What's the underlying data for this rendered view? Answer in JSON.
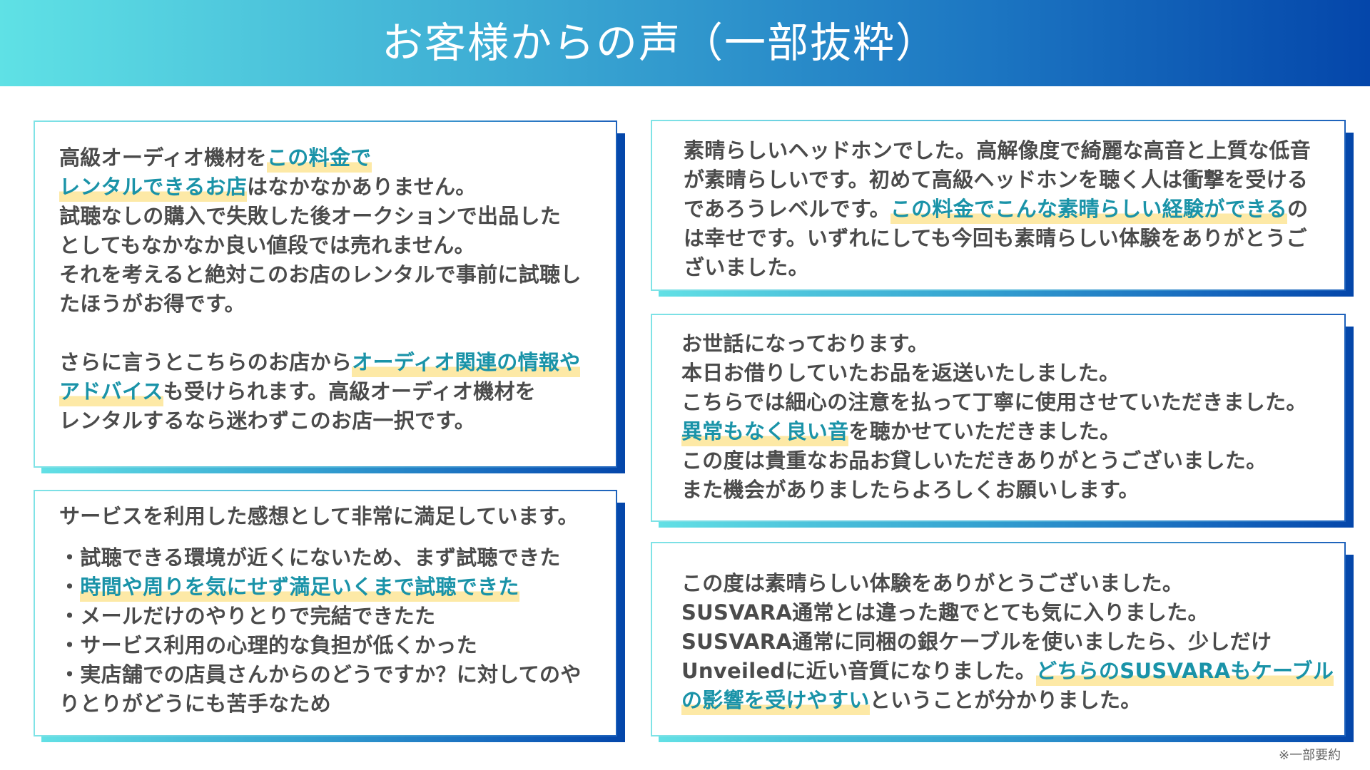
{
  "header": {
    "title": "お客様からの声（一部抜粋）"
  },
  "colors": {
    "header_gradient_start": "#5fe1e5",
    "header_gradient_end": "#0446aa",
    "body_text": "#4b4b4b",
    "highlight_text": "#1a93a8",
    "highlight_marker": "#fde9a6"
  },
  "cards": [
    {
      "id": "review-1",
      "lines": [
        [
          {
            "t": "高級オーディオ機材を"
          },
          {
            "t": "この料金で",
            "hl": true
          }
        ],
        [
          {
            "t": "レンタルできるお店",
            "hl": true
          },
          {
            "t": "はなかなかありません。"
          }
        ],
        [
          {
            "t": "試聴なしの購入で失敗した後オークションで出品した"
          }
        ],
        [
          {
            "t": "としてもなかなか良い値段では売れません。"
          }
        ],
        [
          {
            "t": "それを考えると絶対このお店のレンタルで事前に試聴し"
          }
        ],
        [
          {
            "t": "たほうがお得です。"
          }
        ],
        [],
        [
          {
            "t": "さらに言うとこちらのお店から"
          },
          {
            "t": "オーディオ関連の情報や",
            "hl": true
          }
        ],
        [
          {
            "t": "アドバイス",
            "hl": true
          },
          {
            "t": "も受けられます。高級オーディオ機材を"
          }
        ],
        [
          {
            "t": "レンタルするなら迷わずこのお店一択です。"
          }
        ]
      ]
    },
    {
      "id": "review-3",
      "intro": "サービスを利用した感想として非常に満足しています。",
      "bullets": [
        [
          {
            "t": "・試聴できる環境が近くにないため、まず試聴できた"
          }
        ],
        [
          {
            "t": "・"
          },
          {
            "t": "時間や周りを気にせず満足いくまで試聴できた",
            "hl": true
          }
        ],
        [
          {
            "t": "・メールだけのやりとりで完結できたた"
          }
        ],
        [
          {
            "t": "・サービス利用の心理的な負担が低くかった"
          }
        ],
        [
          {
            "t": "・実店舗での店員さんからのどうですか？に対してのや"
          }
        ],
        [
          {
            "t": "りとりがどうにも苦手なため"
          }
        ]
      ]
    },
    {
      "id": "review-2",
      "lines": [
        [
          {
            "t": "素晴らしいヘッドホンでした。高解像度で綺麗な高音と上質な低音"
          }
        ],
        [
          {
            "t": "が素晴らしいです。初めて高級ヘッドホンを聴く人は衝撃を受ける"
          }
        ],
        [
          {
            "t": "であろうレベルです。"
          },
          {
            "t": "この料金でこんな素晴らしい経験ができる",
            "hl": true
          },
          {
            "t": "の"
          }
        ],
        [
          {
            "t": "は幸せです。いずれにしても今回も素晴らしい体験をありがとうご"
          }
        ],
        [
          {
            "t": "ざいました。"
          }
        ]
      ]
    },
    {
      "id": "review-4",
      "lines": [
        [
          {
            "t": "お世話になっております。"
          }
        ],
        [
          {
            "t": "本日お借りしていたお品を返送いたしました。"
          }
        ],
        [
          {
            "t": "こちらでは細心の注意を払って丁寧に使用させていただきました。"
          }
        ],
        [
          {
            "t": "異常もなく良い音",
            "hl": true
          },
          {
            "t": "を聴かせていただきました。"
          }
        ],
        [
          {
            "t": "この度は貴重なお品お貸しいただきありがとうございました。"
          }
        ],
        [
          {
            "t": "また機会がありましたらよろしくお願いします。"
          }
        ]
      ]
    },
    {
      "id": "review-5",
      "lines": [
        [
          {
            "t": "この度は素晴らしい体験をありがとうございました。"
          }
        ],
        [
          {
            "t": "SUSVARA通常とは違った趣でとても気に入りました。"
          }
        ],
        [
          {
            "t": "SUSVARA通常に同梱の銀ケーブルを使いましたら、少しだけ"
          }
        ],
        [
          {
            "t": "Unveiledに近い音質になりました。"
          },
          {
            "t": "どちらのSUSVARAもケーブル",
            "hl": true
          }
        ],
        [
          {
            "t": "の影響を受けやすい",
            "hl": true
          },
          {
            "t": "ということが分かりました。"
          }
        ]
      ]
    }
  ],
  "footnote": "※一部要約"
}
